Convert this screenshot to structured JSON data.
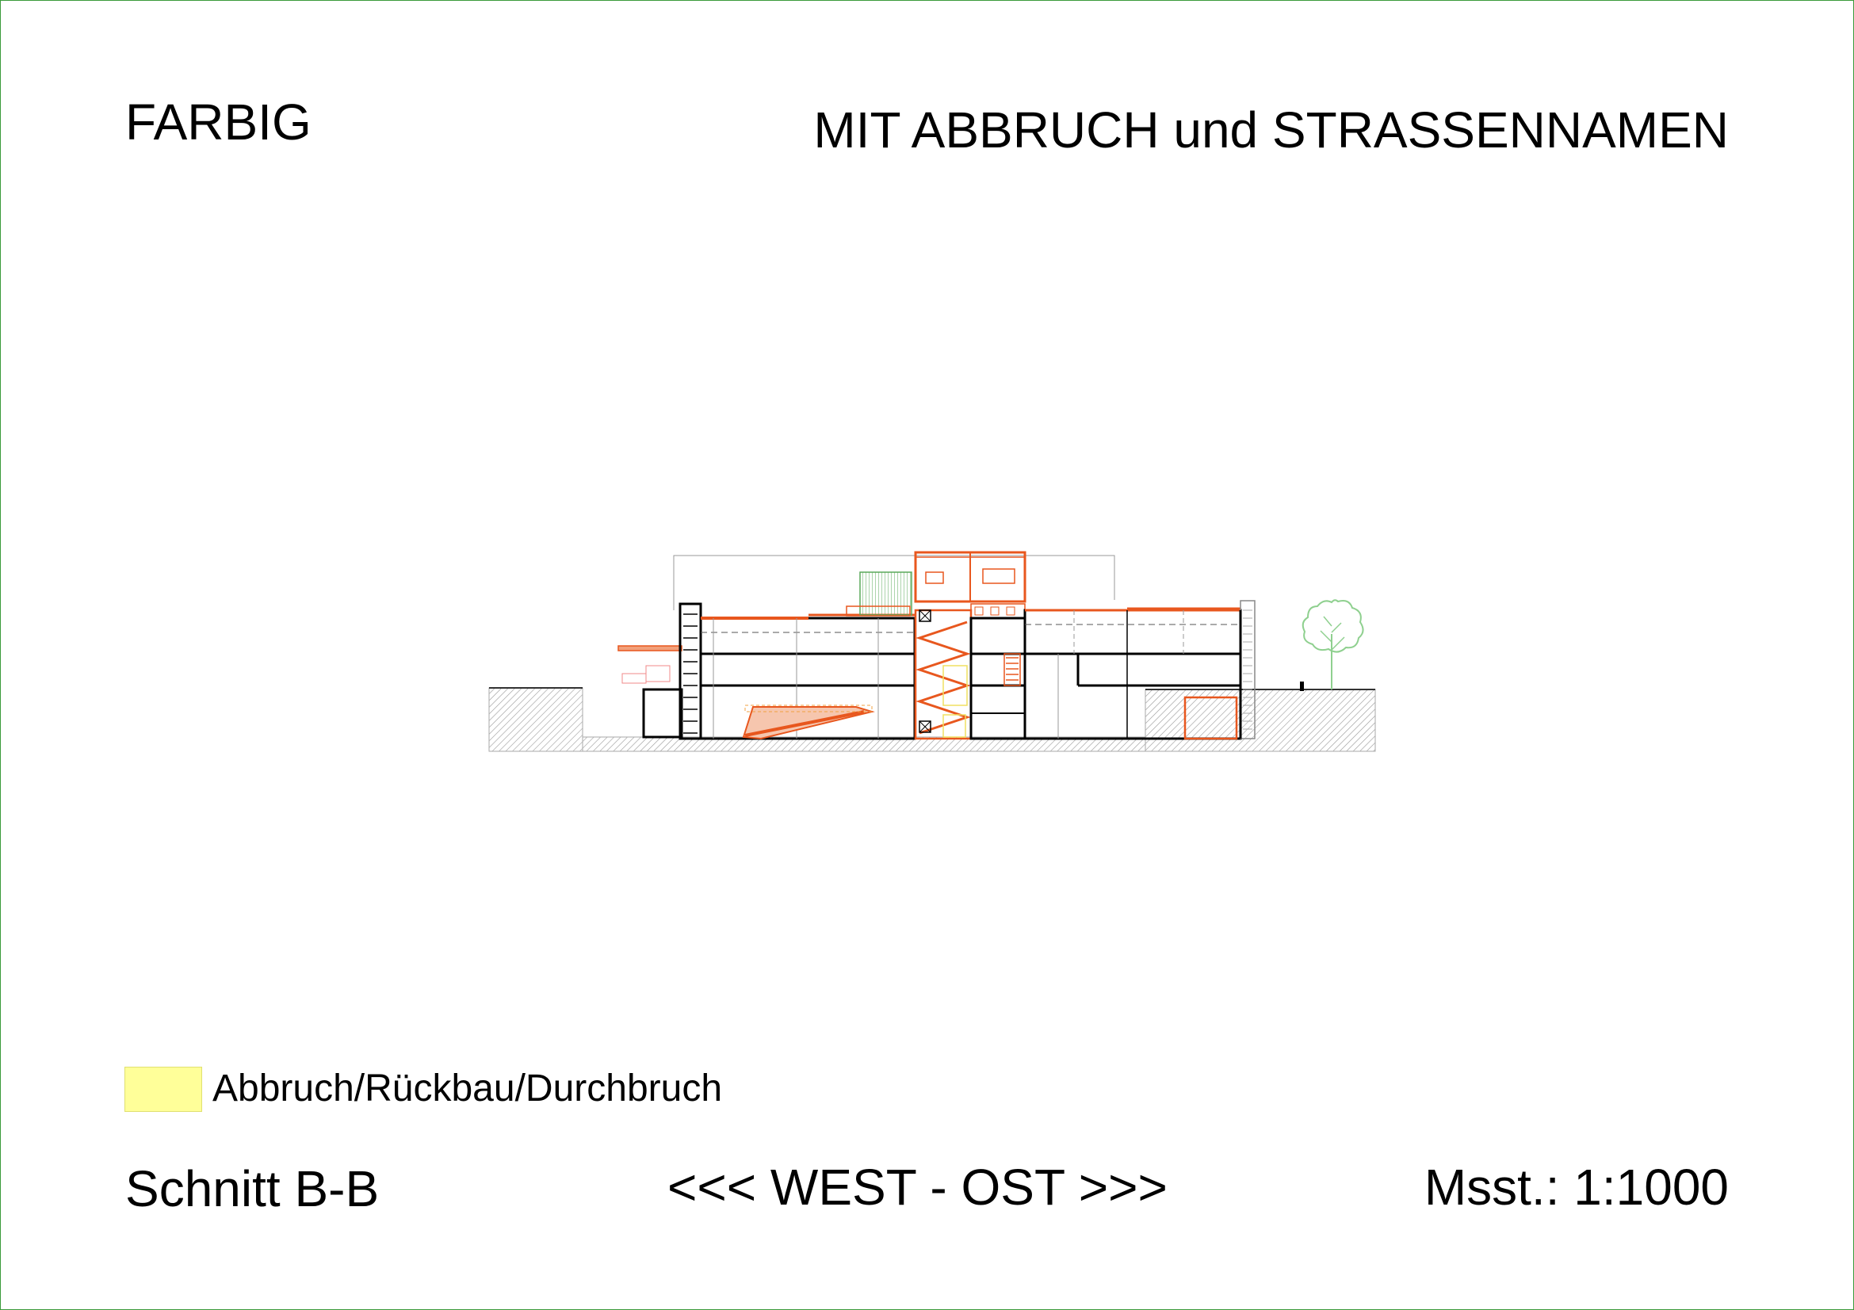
{
  "header": {
    "left": "FARBIG",
    "right": "MIT ABBRUCH und STRASSENNAMEN"
  },
  "legend": {
    "swatch_color": "#ffff99",
    "label": "Abbruch/Rückbau/Durchbruch"
  },
  "footer": {
    "section": "Schnitt B-B",
    "orientation": "<<< WEST - OST >>>",
    "scale": "Msst.: 1:1000"
  },
  "colors": {
    "existing": "#000000",
    "new": "#e8571e",
    "demolition": "#ffff99",
    "greenery": "#9fd89f",
    "ground": "#cccccc"
  }
}
